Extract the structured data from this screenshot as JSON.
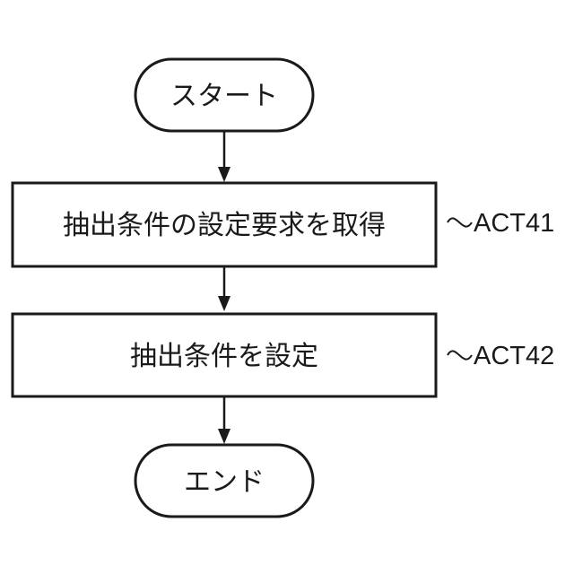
{
  "flowchart": {
    "nodes": [
      {
        "id": "start",
        "shape": "terminal",
        "text": "スタート"
      },
      {
        "id": "act41",
        "shape": "process",
        "text": "抽出条件の設定要求を取得",
        "step_label": "ACT41"
      },
      {
        "id": "act42",
        "shape": "process",
        "text": "抽出条件を設定",
        "step_label": "ACT42"
      },
      {
        "id": "end",
        "shape": "terminal",
        "text": "エンド"
      }
    ],
    "edges": [
      {
        "from": "start",
        "to": "act41"
      },
      {
        "from": "act41",
        "to": "act42"
      },
      {
        "from": "act42",
        "to": "end"
      }
    ]
  }
}
